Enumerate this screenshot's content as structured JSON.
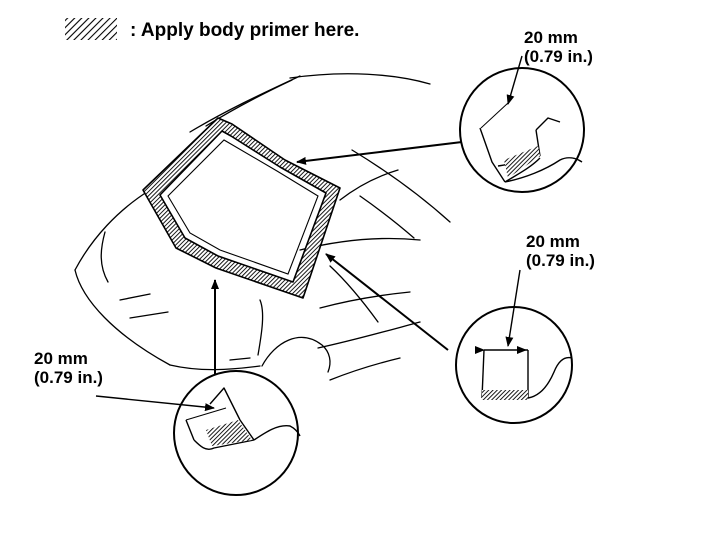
{
  "legend": {
    "text": ": Apply body primer here.",
    "swatch_icon": "hatched-swatch"
  },
  "callouts": {
    "top_right": {
      "mm": "20 mm",
      "inch": "(0.79 in.)"
    },
    "right": {
      "mm": "20 mm",
      "inch": "(0.79 in.)"
    },
    "left": {
      "mm": "20 mm",
      "inch": "(0.79 in.)"
    }
  },
  "colors": {
    "ink": "#000000",
    "paper": "#ffffff"
  }
}
